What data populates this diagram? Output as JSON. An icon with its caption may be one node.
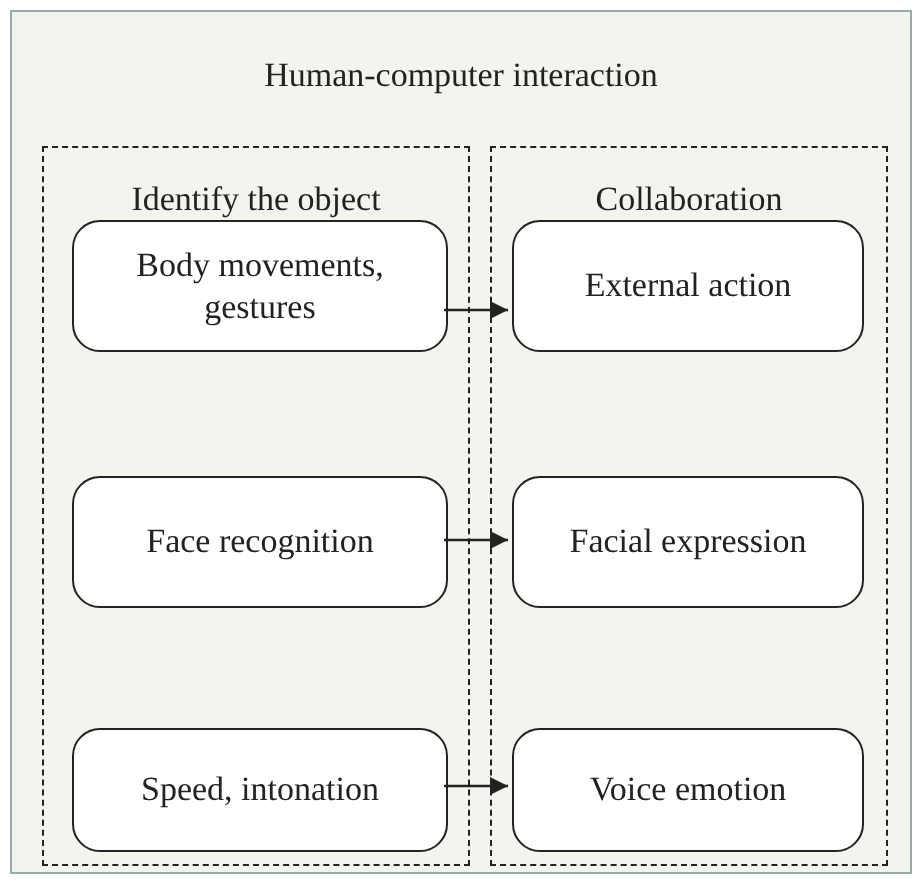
{
  "diagram": {
    "nodes": [
      {
        "text": [
          "Human-computer interaction"
        ]
      },
      {
        "text": [
          "Identify the object"
        ],
        "in": 0
      },
      {
        "text": [
          "Collaboration"
        ],
        "in": 0
      },
      {
        "text": [
          "Body movements, gestures"
        ],
        "in": 1
      },
      {
        "text": [
          "Face recognition"
        ],
        "in": 1
      },
      {
        "text": [
          "Speed, intonation"
        ],
        "in": 1
      },
      {
        "text": [
          "External action"
        ],
        "in": 2
      },
      {
        "text": [
          "Facial expression"
        ],
        "in": 2
      },
      {
        "text": [
          "Voice emotion"
        ],
        "in": 2
      }
    ],
    "edges": [
      {
        "from": 3,
        "to": 6,
        "arrow": "to"
      },
      {
        "from": 4,
        "to": 7,
        "arrow": "to"
      },
      {
        "from": 5,
        "to": 8,
        "arrow": "to"
      }
    ]
  }
}
